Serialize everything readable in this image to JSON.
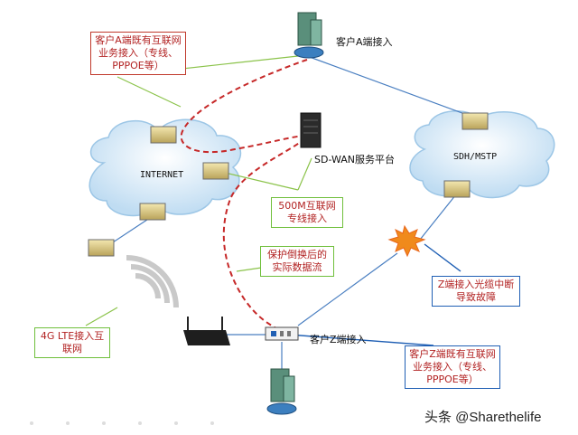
{
  "callouts": {
    "a_existing": "客户A端既有互联网业务接入（专线、PPPOE等）",
    "line_500m": "500M互联网专线接入",
    "protect": "保护倒换后的实际数据流",
    "lte": "4G LTE接入互联网",
    "fault": "Z端接入光缆中断导致故障",
    "z_existing": "客户Z端既有互联网业务接入（专线、PPPOE等）"
  },
  "labels": {
    "a_access": "客户A端接入",
    "z_access": "客户Z端接入",
    "sdwan": "SD-WAN服务平台",
    "internet": "INTERNET",
    "sdh": "SDH/MSTP"
  },
  "watermark": "头条 @Sharethelife",
  "colors": {
    "cloud": "#cfe6f7",
    "cloud_edge": "#9cc6e6",
    "red_dash": "#c62828",
    "blue_link": "#4a7fc1",
    "green_link": "#8bc34a",
    "burst": "#f08a1c"
  }
}
